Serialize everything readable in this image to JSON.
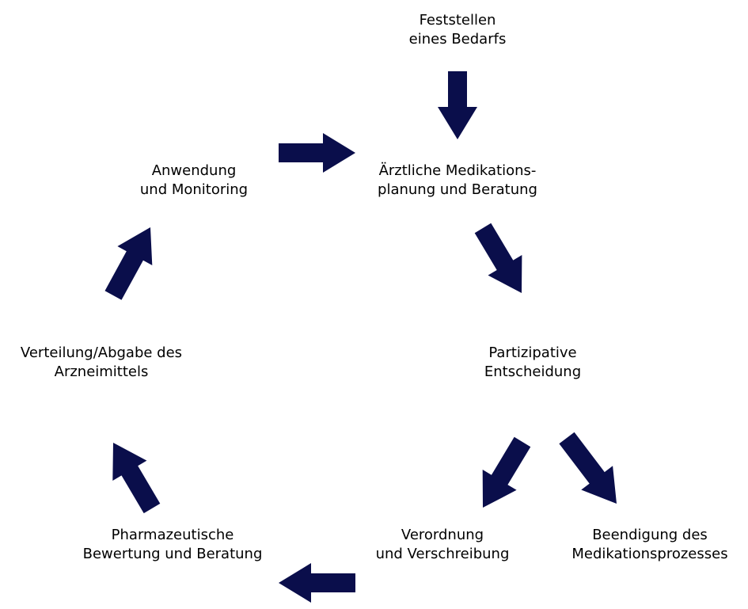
{
  "diagram": {
    "arrow_color": "#0a0e4b",
    "background": "#ffffff",
    "nodes": [
      {
        "id": "bedarf",
        "lines": [
          "Feststellen",
          "eines Bedarfs"
        ]
      },
      {
        "id": "planung",
        "lines": [
          "Ärztliche Medikations-",
          "planung und Beratung"
        ]
      },
      {
        "id": "entscheidung",
        "lines": [
          "Partizipative",
          "Entscheidung"
        ]
      },
      {
        "id": "verordnung",
        "lines": [
          "Verordnung",
          "und Verschreibung"
        ]
      },
      {
        "id": "beendigung",
        "lines": [
          "Beendigung des",
          "Medikationsprozesses"
        ]
      },
      {
        "id": "pharma",
        "lines": [
          "Pharmazeutische",
          "Bewertung und Beratung"
        ]
      },
      {
        "id": "verteilung",
        "lines": [
          "Verteilung/Abgabe des",
          "Arzneimittels"
        ]
      },
      {
        "id": "anwendung",
        "lines": [
          "Anwendung",
          "und Monitoring"
        ]
      }
    ],
    "edges": [
      {
        "from": "bedarf",
        "to": "planung"
      },
      {
        "from": "planung",
        "to": "entscheidung"
      },
      {
        "from": "entscheidung",
        "to": "verordnung"
      },
      {
        "from": "entscheidung",
        "to": "beendigung"
      },
      {
        "from": "verordnung",
        "to": "pharma"
      },
      {
        "from": "pharma",
        "to": "verteilung"
      },
      {
        "from": "verteilung",
        "to": "anwendung"
      },
      {
        "from": "anwendung",
        "to": "planung"
      }
    ]
  }
}
